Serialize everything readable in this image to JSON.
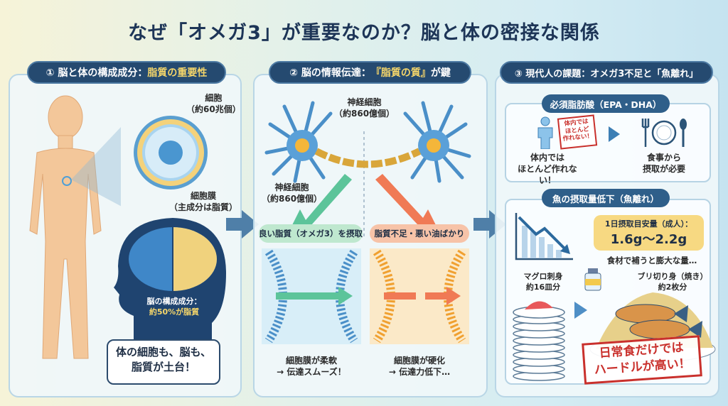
{
  "title": "なぜ「オメガ3」が重要なのか？脳と体の密接な関係",
  "panel1": {
    "header_prefix": "① 脳と体の構成成分：",
    "header_highlight": "脂質の重要性",
    "cell_label": "細胞",
    "cell_count": "（約60兆個）",
    "membrane_label": "細胞膜",
    "membrane_note": "（主成分は脂質）",
    "brain_label": "脳の構成成分：",
    "brain_value": "約50%が脂質",
    "bubble_line1": "体の細胞も、脳も、",
    "bubble_line2": "脂質が土台！"
  },
  "panel2": {
    "header_prefix": "② 脳の情報伝達：",
    "header_highlight": "『脂質の質』",
    "header_suffix": "が鍵",
    "neuron_label_top": "神経細胞",
    "neuron_count_top": "（約860億個）",
    "neuron_label_left": "神経細胞",
    "neuron_count_left": "（約860億個）",
    "good_tag": "良い脂質（オメガ3）を摂取",
    "bad_tag": "脂質不足・悪い油ばかり",
    "good_result1": "細胞膜が柔軟",
    "good_result2": "→ 伝達スムーズ！",
    "bad_result1": "細胞膜が硬化",
    "bad_result2": "→ 伝達力低下…"
  },
  "panel3": {
    "header": "③ 現代人の課題：オメガ3不足と「魚離れ」",
    "box1_title": "必須脂肪酸（EPA・DHA）",
    "stamp": "体内では\nほとんど\n作れない！",
    "body_line1": "体内では",
    "body_line2": "ほとんど作れない！",
    "food_line1": "食事から",
    "food_line2": "摂取が必要",
    "box2_title": "魚の摂取量低下（魚離れ）",
    "intake_label": "1日摂取目安量（成人）：",
    "intake_value": "1.6g〜2.2g",
    "note": "食材で補うと膨大な量…",
    "tuna_line1": "マグロ刺身",
    "tuna_line2": "約16皿分",
    "yellowtail_line1": "ブリ切り身（焼き）",
    "yellowtail_line2": "約2枚分",
    "warning_line1": "日常食だけでは",
    "warning_line2": "ハードルが高い！"
  },
  "colors": {
    "navy": "#254a70",
    "good": "#5cc49a",
    "bad": "#f07a55",
    "stamp": "#c9302c"
  }
}
